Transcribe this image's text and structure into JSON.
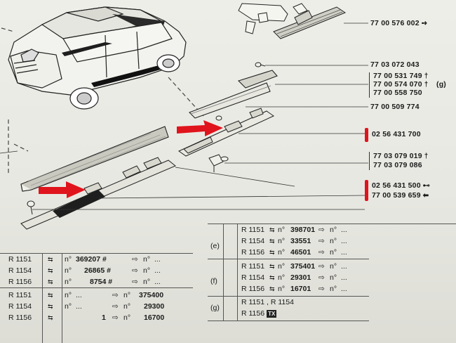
{
  "part_numbers": {
    "p1": "77 00 576 002",
    "p2": "77 03 072 043",
    "p3a": "77 00 531 749",
    "p3b": "77 00 574 070",
    "p3c": "77 00 558 750",
    "p3_suffix": "(g)",
    "p4": "77 00 509 774",
    "p5": "02 56 431 700",
    "p6a": "77 03 079 019",
    "p6b": "77 03 079 086",
    "p7": "02 56 431 500",
    "p8": "77 00 539 659",
    "dagger": "†"
  },
  "right_table": {
    "groups": [
      {
        "label": "(e)",
        "rows": [
          {
            "model": "R 1151",
            "n1": "n°",
            "serial": "398701",
            "n2": "n°",
            "end": "..."
          },
          {
            "model": "R 1154",
            "n1": "n°",
            "serial": "33551",
            "n2": "n°",
            "end": "..."
          },
          {
            "model": "R 1156",
            "n1": "n°",
            "serial": "46501",
            "n2": "n°",
            "end": "..."
          }
        ]
      },
      {
        "label": "(f)",
        "rows": [
          {
            "model": "R 1151",
            "n1": "n°",
            "serial": "375401",
            "n2": "n°",
            "end": "..."
          },
          {
            "model": "R 1154",
            "n1": "n°",
            "serial": "29301",
            "n2": "n°",
            "end": "..."
          },
          {
            "model": "R 1156",
            "n1": "n°",
            "serial": "16701",
            "n2": "n°",
            "end": "..."
          }
        ]
      },
      {
        "label": "(g)",
        "rows": [
          {
            "text": "R 1151 , R 1154"
          },
          {
            "text": "R 1156",
            "badge": "TX"
          }
        ]
      }
    ]
  },
  "left_table": {
    "rows": [
      {
        "model": "R 1151",
        "n1": "n°",
        "from": "369207 #",
        "n2": "n°",
        "to": "..."
      },
      {
        "model": "R 1154",
        "n1": "n°",
        "from": "26865 #",
        "n2": "n°",
        "to": "..."
      },
      {
        "model": "R 1156",
        "n1": "n°",
        "from": "8754 #",
        "n2": "n°",
        "to": "..."
      },
      {
        "model": "R 1151",
        "n1": "n°",
        "from": "...",
        "n2": "n°",
        "to": "375400"
      },
      {
        "model": "R 1154",
        "n1": "n°",
        "from": "...",
        "n2": "n°",
        "to": "29300"
      },
      {
        "model": "R 1156",
        "n1": "",
        "from": "1",
        "n2": "n°",
        "to": "16700"
      }
    ]
  },
  "colors": {
    "paper": "#ebebe6",
    "ink": "#1a1a1a",
    "highlight": "#e0141c"
  }
}
